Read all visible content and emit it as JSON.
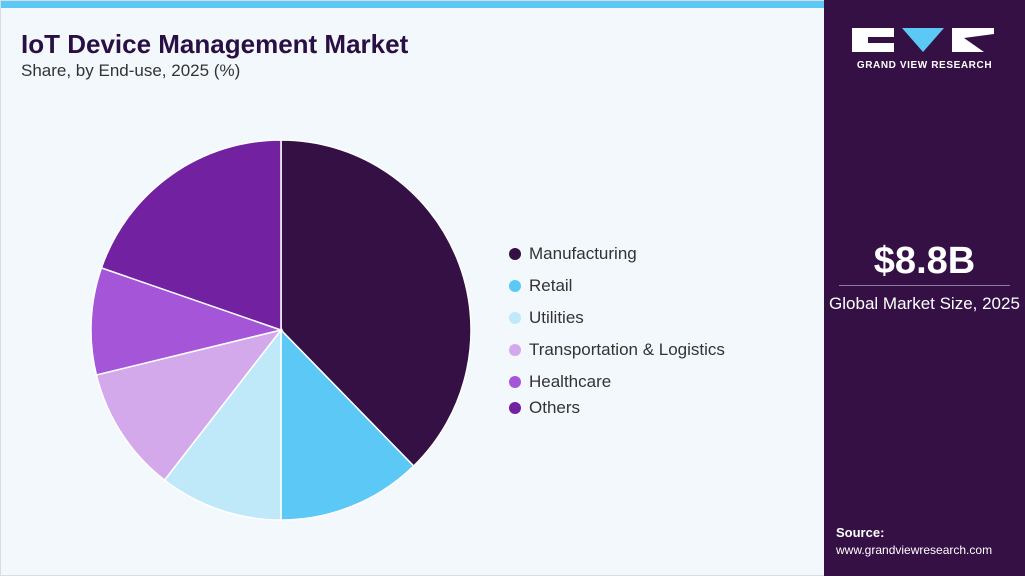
{
  "header": {
    "title": "IoT Device Management Market",
    "subtitle": "Share, by End-use, 2025 (%)"
  },
  "chart_data": {
    "type": "pie",
    "title": "IoT Device Management Market",
    "subtitle": "Share, by End-use, 2025 (%)",
    "categories": [
      "Manufacturing",
      "Retail",
      "Utilities",
      "Transportation & Logistics",
      "Healthcare",
      "Others"
    ],
    "values": [
      37.7,
      12.3,
      10.5,
      10.7,
      9.1,
      19.7
    ],
    "colors": [
      "#351045",
      "#5bc8f5",
      "#bfe8f8",
      "#d4a9ec",
      "#a455d8",
      "#7222a0"
    ],
    "start": "12 o'clock",
    "direction": "clockwise",
    "legend_position": "right"
  },
  "side_panel": {
    "brand": "GRAND VIEW RESEARCH",
    "market_size": "$8.8B",
    "market_size_label": "Global Market Size, 2025",
    "source_label": "Source:",
    "source_url": "www.grandviewresearch.com"
  },
  "colors": {
    "panel_bg": "#351045",
    "accent": "#5bc8f5",
    "background": "#f2f8fc"
  }
}
